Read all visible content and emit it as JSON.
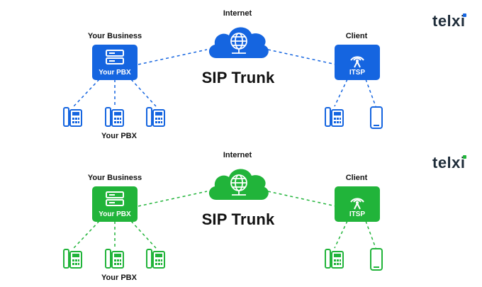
{
  "diagrams": [
    {
      "color": "#1565e0",
      "brand": "telxi",
      "brand_accent": "#1565e0",
      "internet_label": "Internet",
      "business_label": "Your Business",
      "pbx_label": "Your PBX",
      "client_label": "Client",
      "itsp_label": "ITSP",
      "trunk_label": "SIP Trunk",
      "phones_label": "Your PBX"
    },
    {
      "color": "#21b43a",
      "brand": "telxi",
      "brand_accent": "#21b43a",
      "internet_label": "Internet",
      "business_label": "Your Business",
      "pbx_label": "Your PBX",
      "client_label": "Client",
      "itsp_label": "ITSP",
      "trunk_label": "SIP Trunk",
      "phones_label": "Your PBX"
    }
  ],
  "icons": {
    "server": "server-icon",
    "globe": "globe-icon",
    "antenna": "antenna-icon",
    "desk_phone": "desk-phone-icon",
    "mobile_phone": "mobile-phone-icon"
  }
}
